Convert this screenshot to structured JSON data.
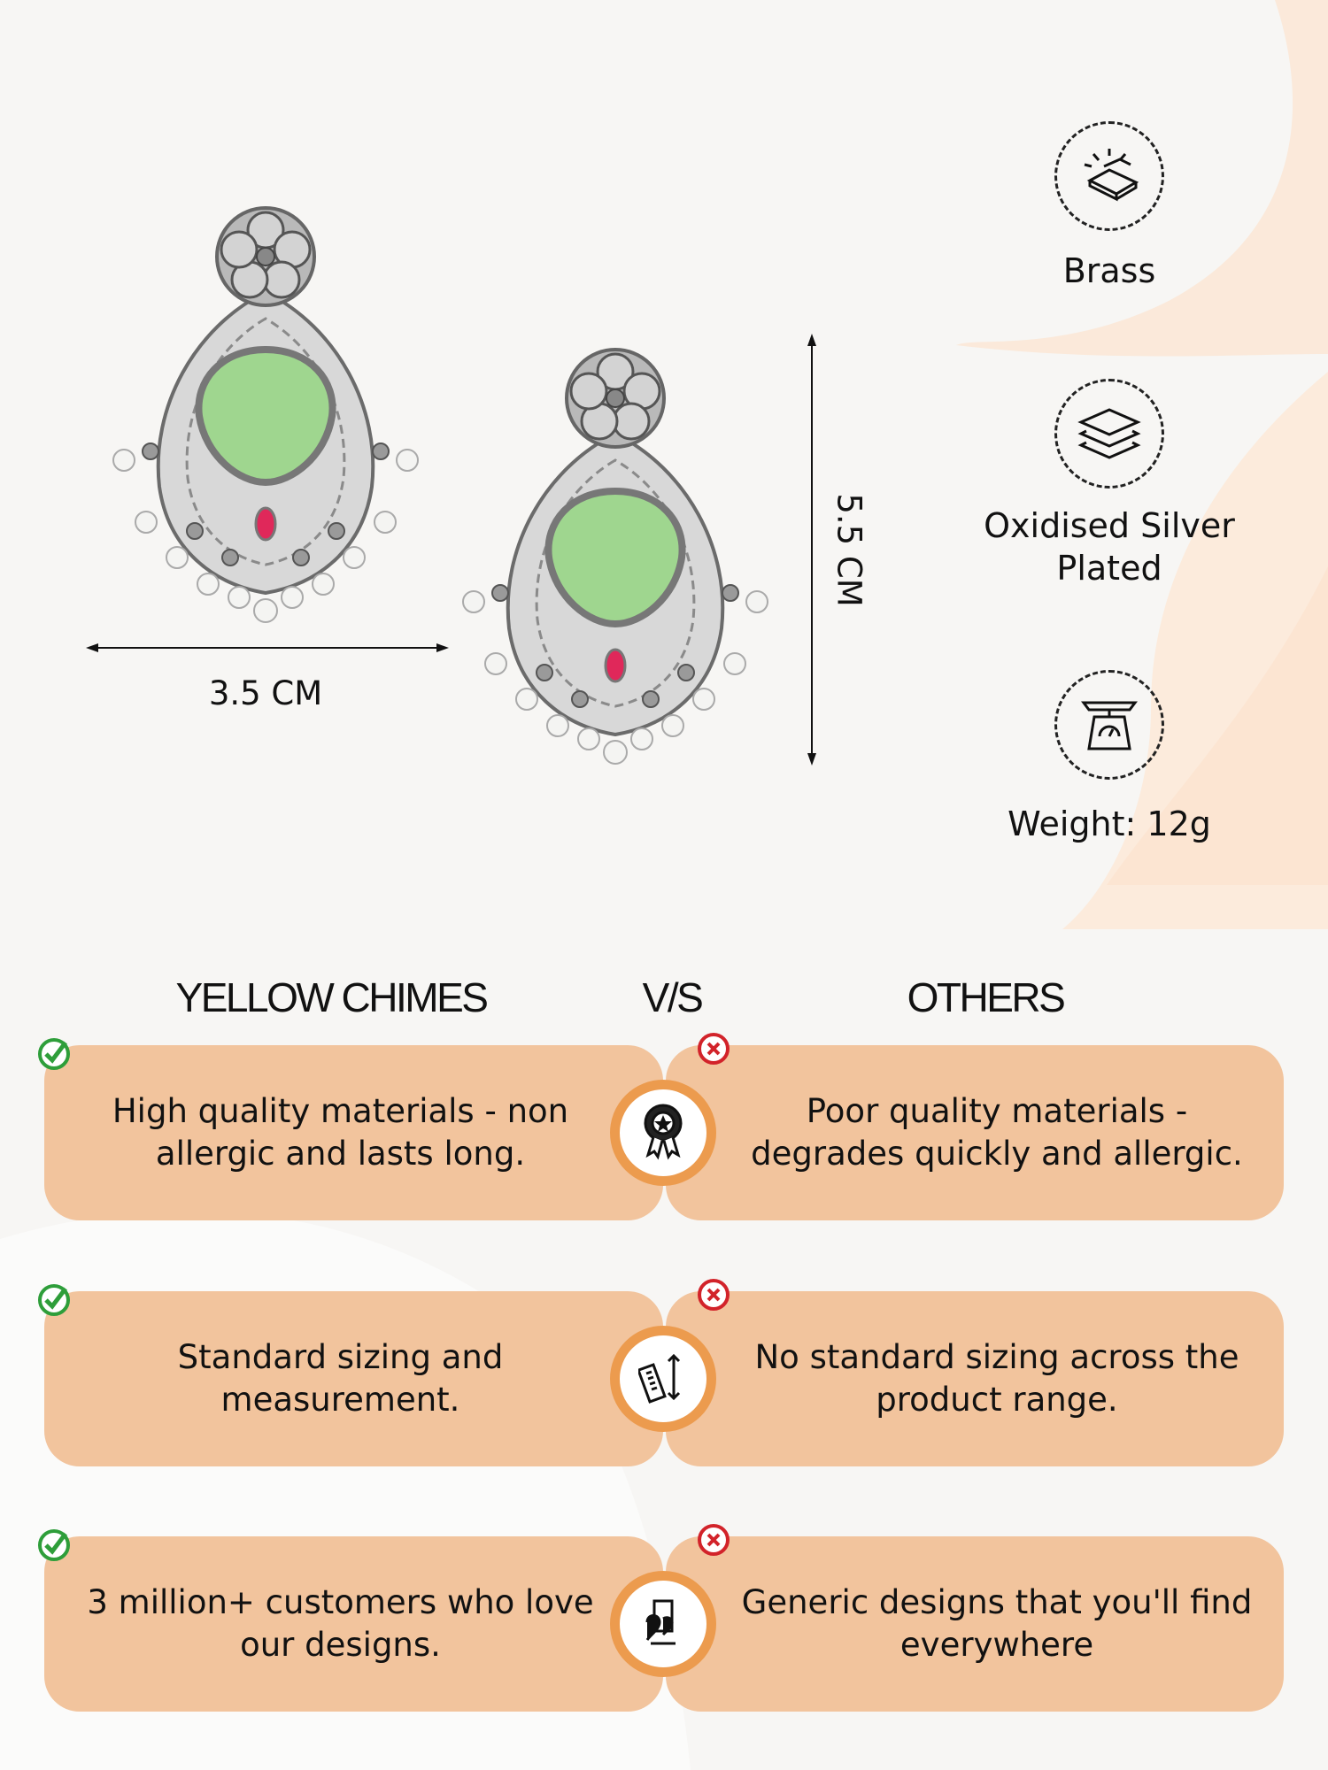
{
  "dimensions": {
    "width_label": "3.5 CM",
    "height_label": "5.5 CM"
  },
  "features": [
    {
      "icon": "gold-bars-icon",
      "label": "Brass"
    },
    {
      "icon": "layers-icon",
      "label": "Oxidised Silver Plated"
    },
    {
      "icon": "weighing-scale-icon",
      "label": "Weight: 12g"
    }
  ],
  "comparison": {
    "brand_header": "YELLOW CHIMES",
    "vs_header": "V/S",
    "others_header": "OTHERS",
    "rows": [
      {
        "icon": "quality-badge-icon",
        "brand": "High quality materials - non allergic and lasts long.",
        "others": "Poor quality materials - degrades quickly and allergic."
      },
      {
        "icon": "ruler-measure-icon",
        "brand": "Standard sizing and measurement.",
        "others": "No standard sizing across the product range."
      },
      {
        "icon": "customer-love-icon",
        "brand": "3 million+ customers who love our designs.",
        "others": "Generic designs that you'll find everywhere"
      }
    ]
  },
  "colors": {
    "box": "#f2c49d",
    "ring": "#ec9b4e",
    "check": "#2e9e3a",
    "cross": "#d2232a",
    "stone": "#9fd68f"
  }
}
